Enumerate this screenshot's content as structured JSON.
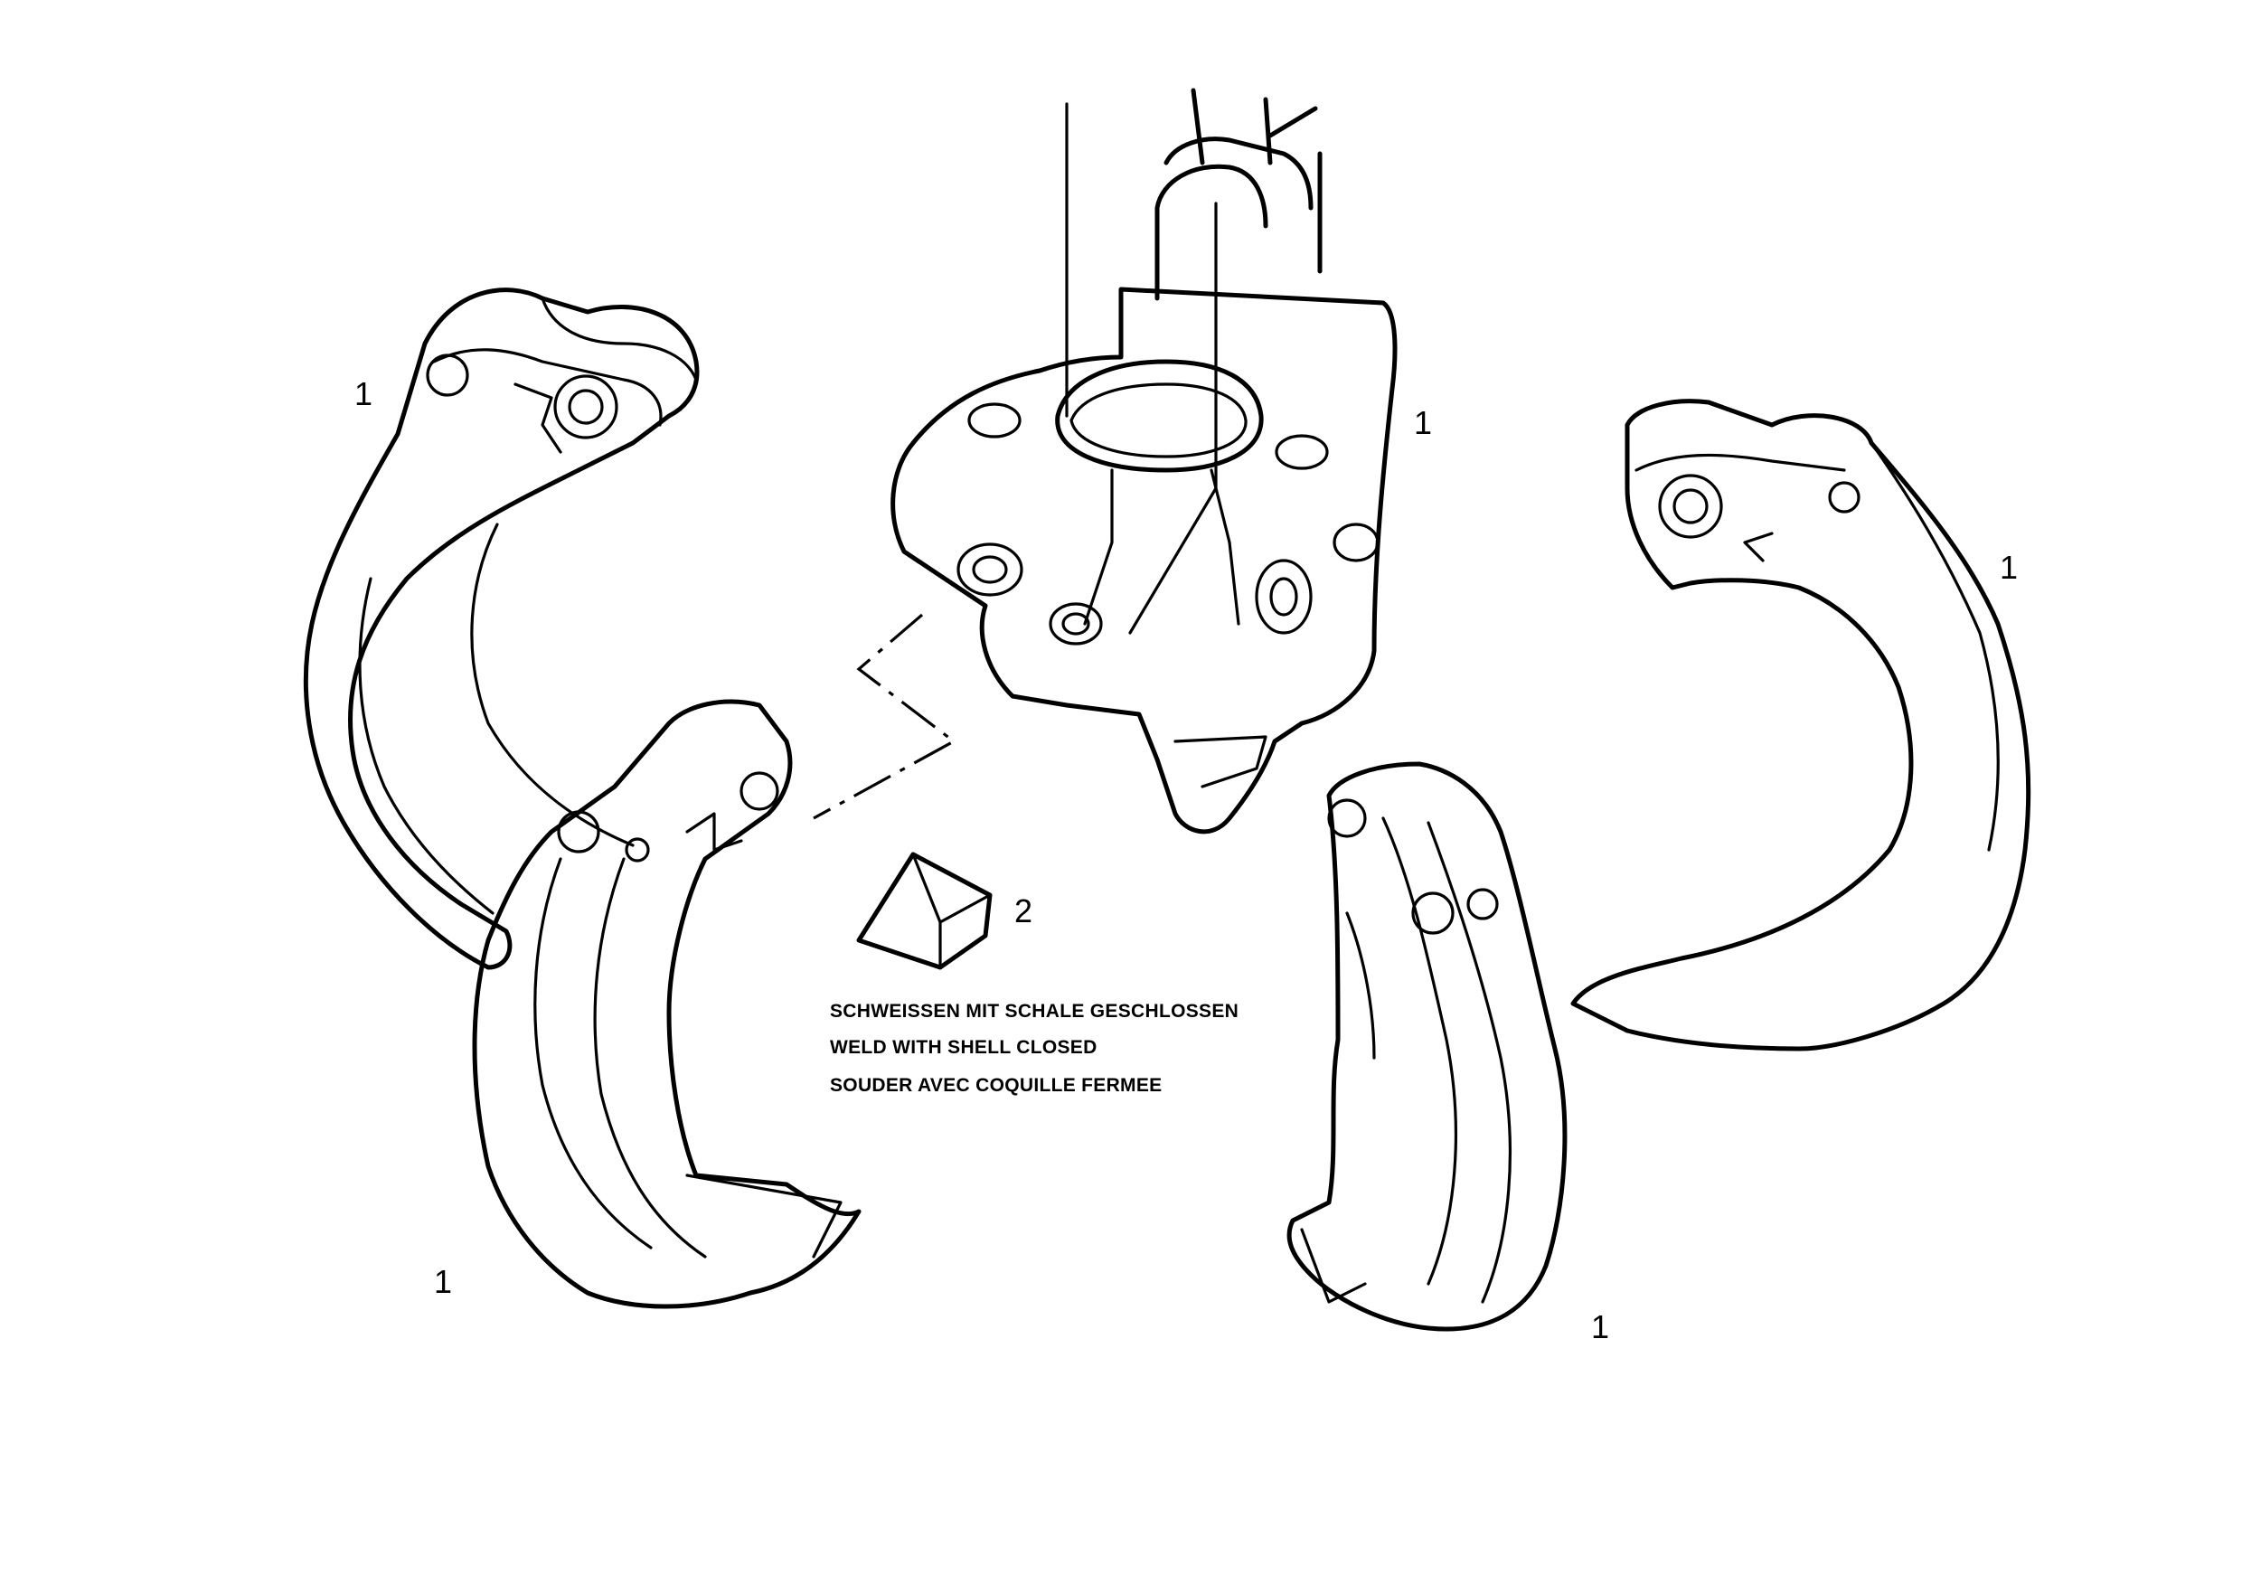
{
  "callouts": {
    "upper_left_shell": "1",
    "center_hub": "1",
    "upper_right_shell": "1",
    "lower_left_shell": "1",
    "lower_right_shell": "1",
    "wedge_part": "2"
  },
  "weld_note": {
    "german": "SCHWEISSEN MIT SCHALE GESCHLOSSEN",
    "english": "WELD WITH SHELL CLOSED",
    "french": "SOUDER AVEC COQUILLE FERMEE"
  }
}
